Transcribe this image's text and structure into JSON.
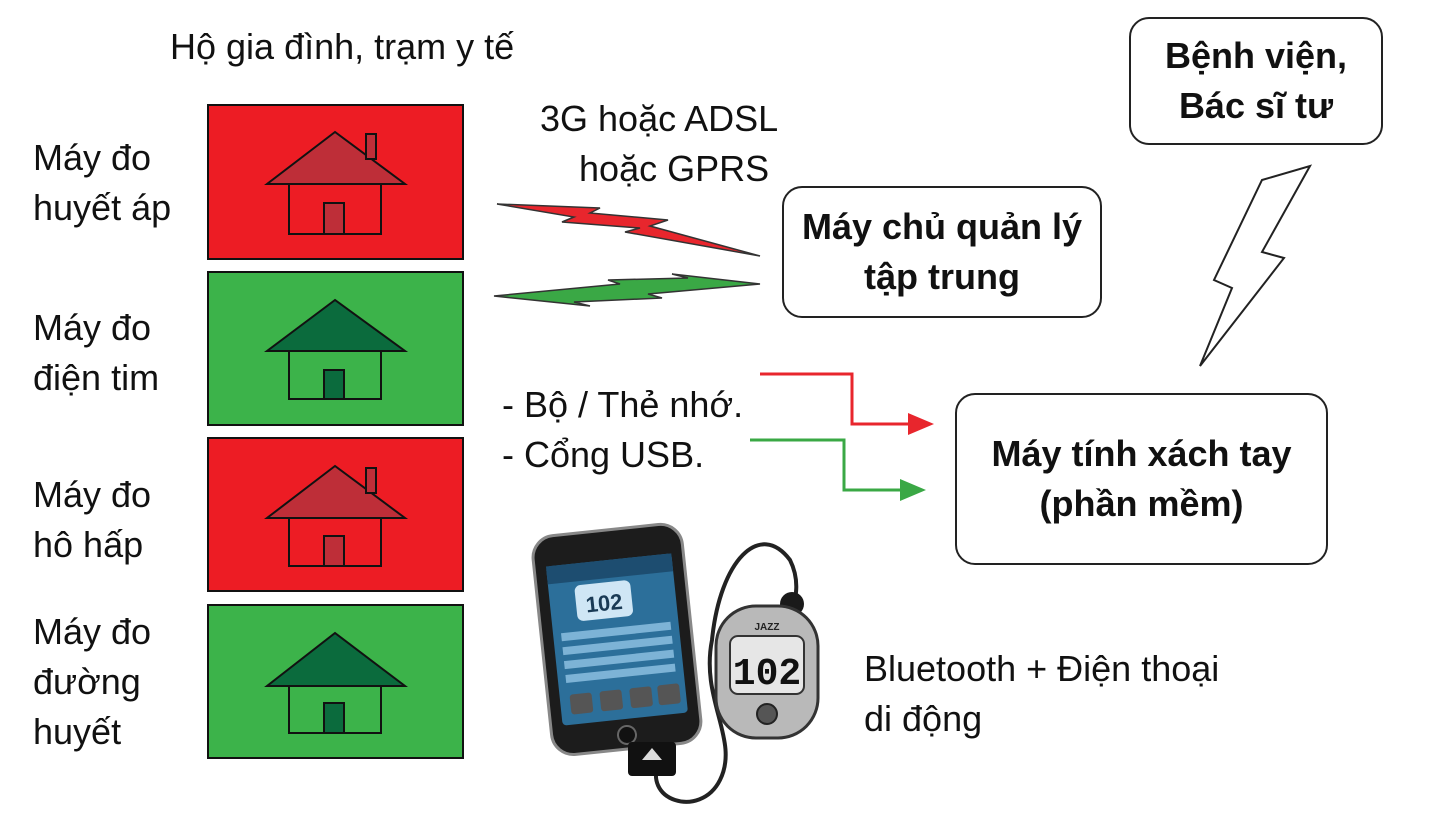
{
  "header": {
    "label": "Hộ gia đình, trạm y tế"
  },
  "devices": [
    {
      "line1": "Máy đo",
      "line2": "huyết áp",
      "line3": "",
      "status": "red"
    },
    {
      "line1": "Máy đo",
      "line2": "điện tim",
      "line3": "",
      "status": "green"
    },
    {
      "line1": "Máy đo",
      "line2": "hô hấp",
      "line3": "",
      "status": "red"
    },
    {
      "line1": "Máy đo",
      "line2": "đường",
      "line3": "huyết",
      "status": "green"
    }
  ],
  "network": {
    "line1": "3G hoặc ADSL",
    "line2": "hoặc GPRS"
  },
  "server": {
    "line1": "Máy chủ quản lý",
    "line2": "tập trung"
  },
  "hospital": {
    "line1": "Bệnh viện,",
    "line2": "Bác sĩ tư"
  },
  "storage": {
    "line1": "- Bộ / Thẻ nhớ.",
    "line2": "- Cổng USB."
  },
  "laptop": {
    "line1": "Máy tính xách tay",
    "line2": "(phần mềm)"
  },
  "mobile": {
    "line1": "Bluetooth + Điện thoại",
    "line2": "di động"
  },
  "phone_screen": {
    "reading": "102"
  },
  "meter_screen": {
    "brand": "JAZZ",
    "reading": "102"
  },
  "colors": {
    "red_panel": "#ed1c24",
    "green_panel": "#3cb34a",
    "red_house": "#be2e38",
    "green_house": "#0b6b3d",
    "red_line": "#e8262d",
    "green_line": "#3aa845"
  }
}
